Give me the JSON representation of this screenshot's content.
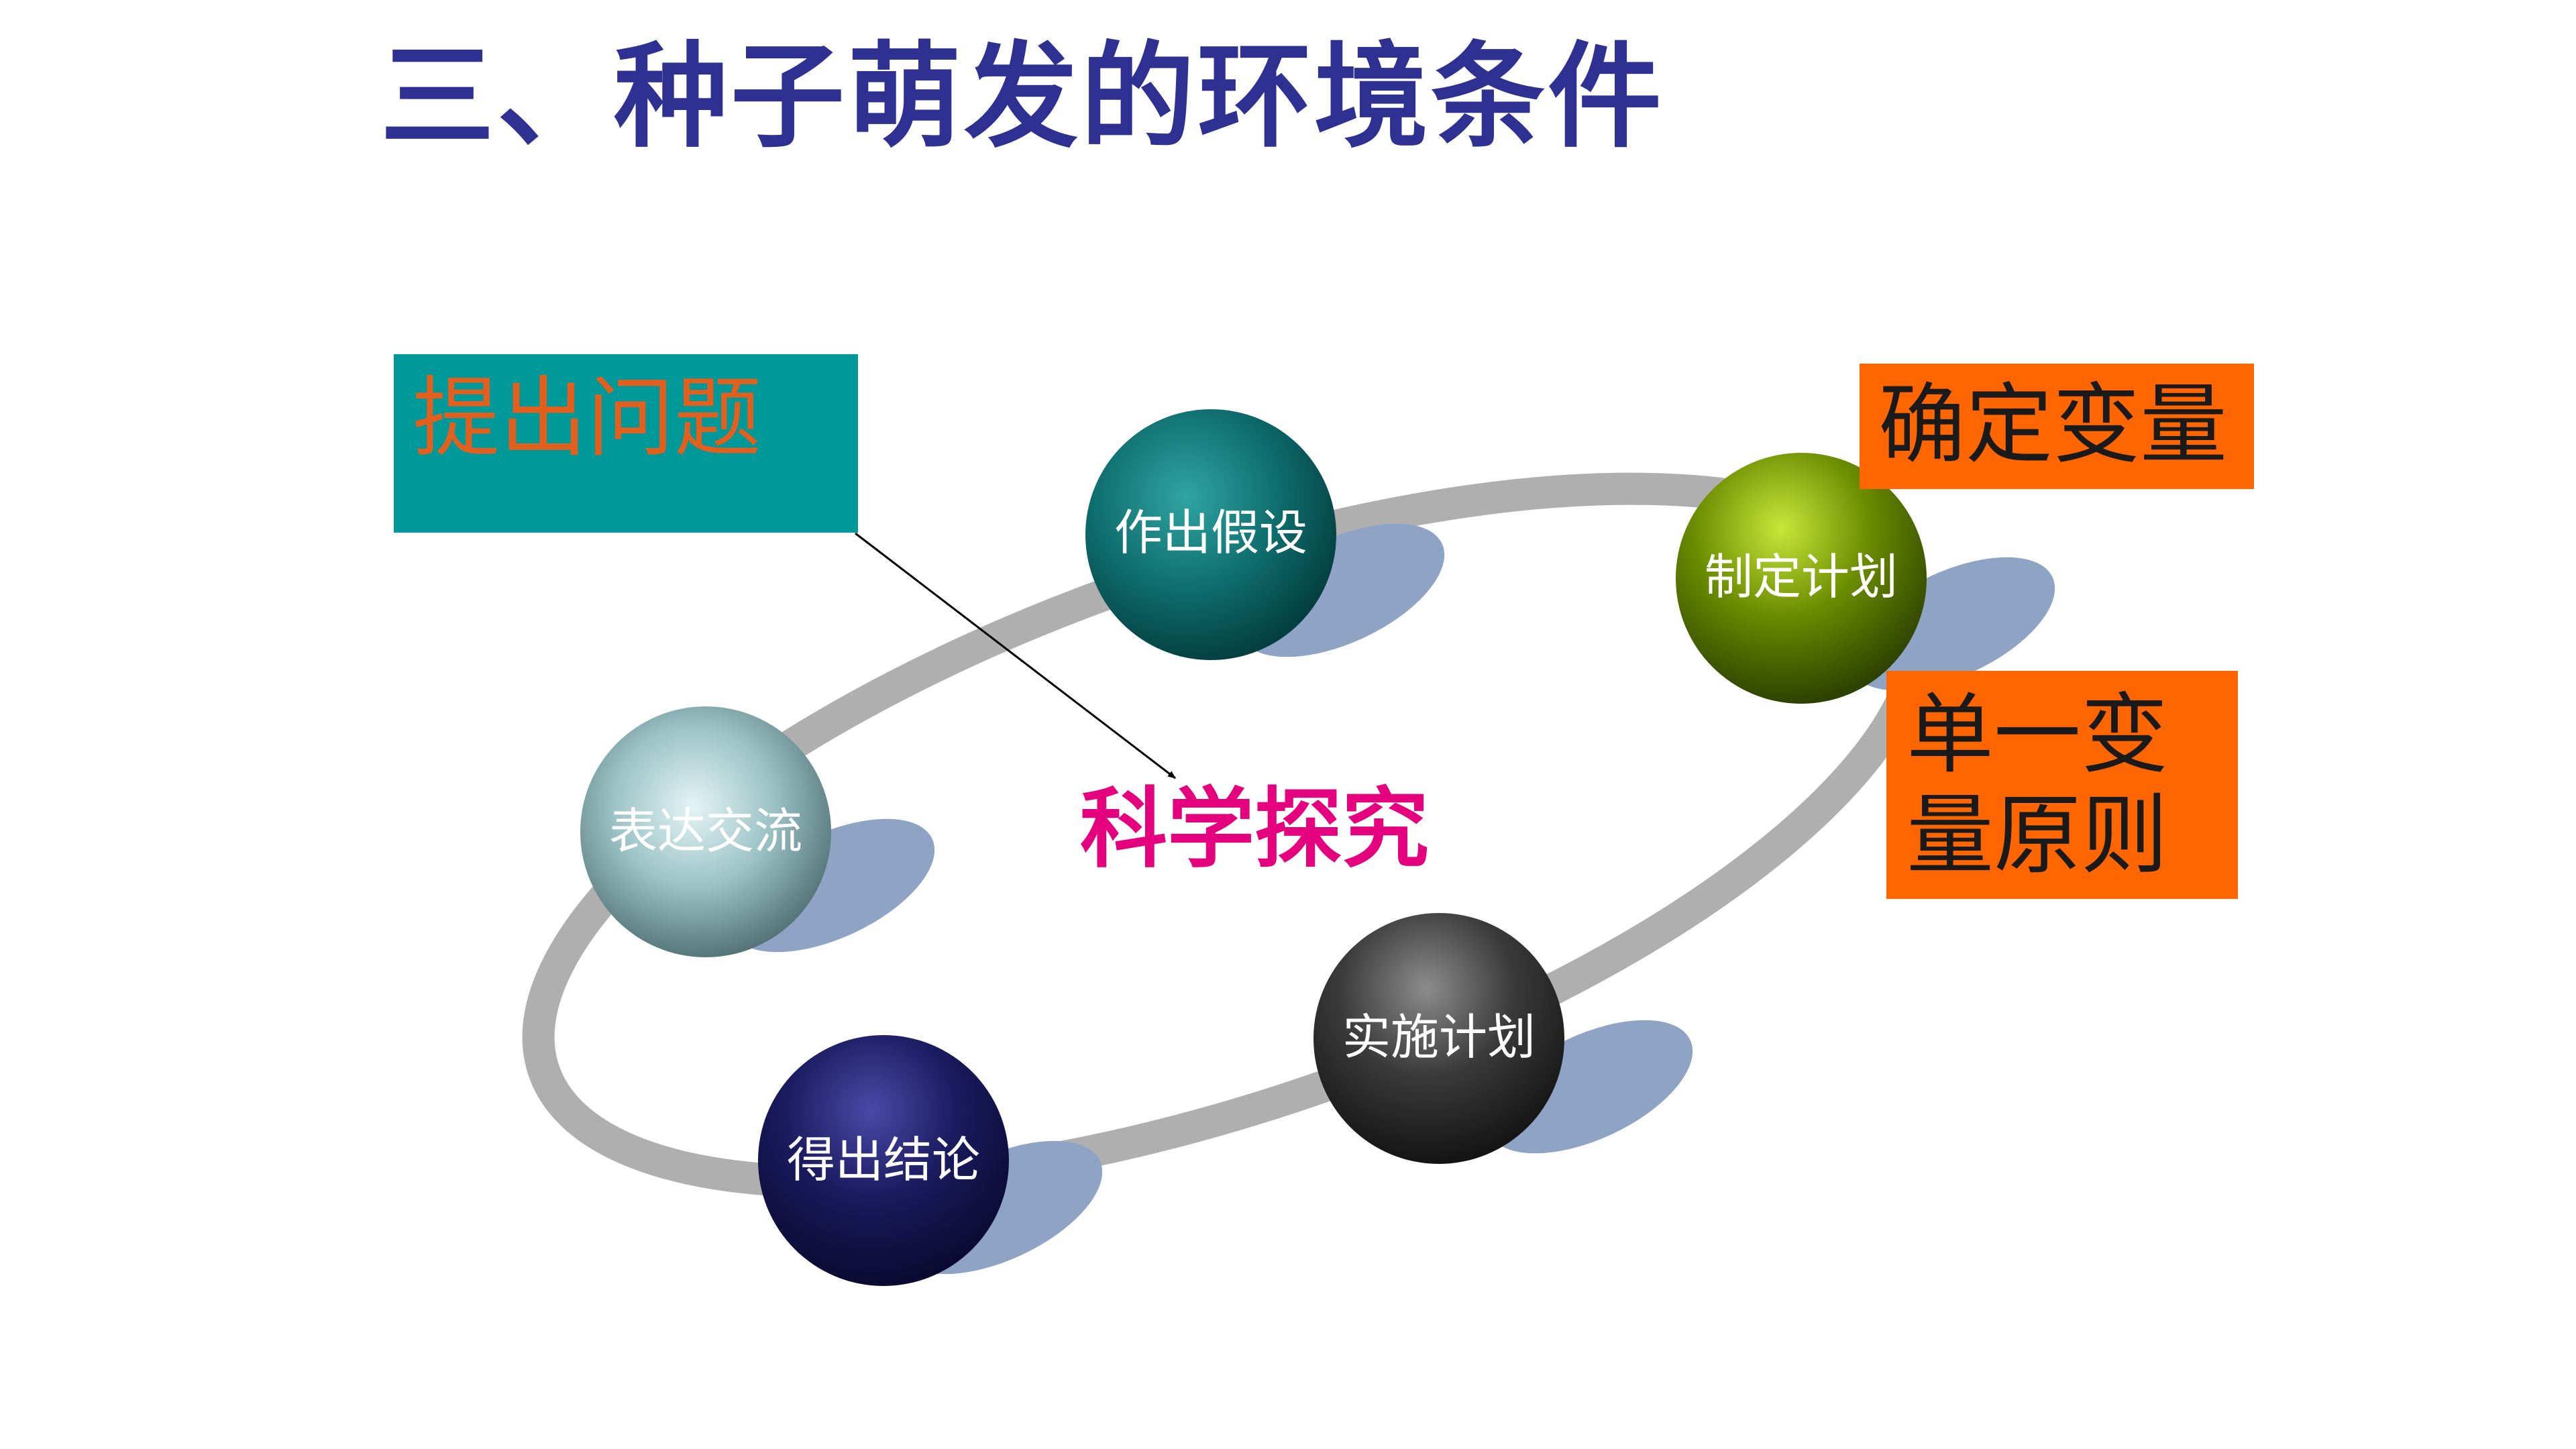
{
  "slide": {
    "title": "三、种子萌发的环境条件"
  },
  "diagram": {
    "center_label": "科学探究",
    "nodes": [
      {
        "id": "hypothesis",
        "label": "作出假设",
        "color": "#0E6B6B"
      },
      {
        "id": "plan",
        "label": "制定计划",
        "color": "#6B8C00"
      },
      {
        "id": "implement",
        "label": "实施计划",
        "color": "#3A3A3A"
      },
      {
        "id": "conclusion",
        "label": "得出结论",
        "color": "#1A1A5E"
      },
      {
        "id": "communicate",
        "label": "表达交流",
        "color": "#6E9A9E"
      }
    ]
  },
  "callouts": {
    "question": "提出问题",
    "variable": "确定变量",
    "principle": "单一变量原则"
  },
  "colors": {
    "title": "#2E3192",
    "center_label": "#E5007E",
    "question_box": "#009999",
    "question_text": "#E35F1E",
    "orange_box": "#FF6600",
    "orbit": "#AFAFAF",
    "shadow": "#8FA3C4"
  }
}
